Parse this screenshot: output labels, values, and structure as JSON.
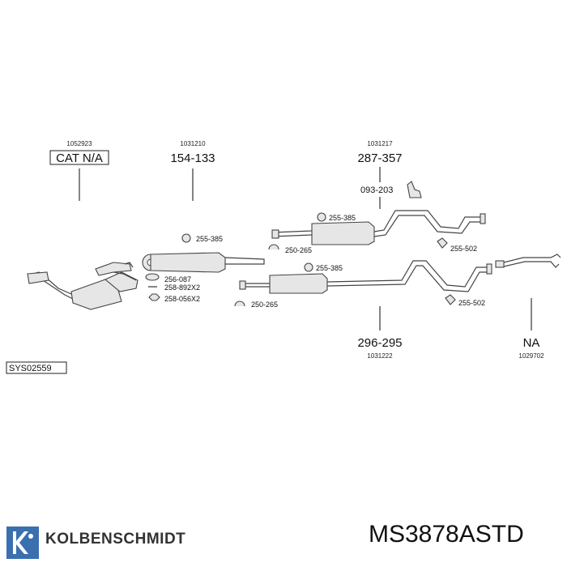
{
  "diagram": {
    "groups": [
      {
        "code": "1052923",
        "label": "CAT N/A"
      },
      {
        "code": "1031210",
        "label": "154-133"
      },
      {
        "code": "1031217",
        "label": "287-357"
      },
      {
        "code": "1031222",
        "label": "296-295"
      },
      {
        "code": "1029702",
        "label": "NA"
      }
    ],
    "parts": {
      "p093_203": "093-203",
      "p255_385_a": "255-385",
      "p255_385_b": "255-385",
      "p255_385_c": "255-385",
      "p250_265_a": "250-265",
      "p250_265_b": "250-265",
      "p255_502_a": "255-502",
      "p255_502_b": "255-502",
      "p256_087": "256-087",
      "p258_892": "258-892X2",
      "p258_056": "258-056X2"
    },
    "system_code": "SYS02559"
  },
  "footer": {
    "brand": "KOLBENSCHMIDT",
    "part_number": "MS3878ASTD"
  }
}
